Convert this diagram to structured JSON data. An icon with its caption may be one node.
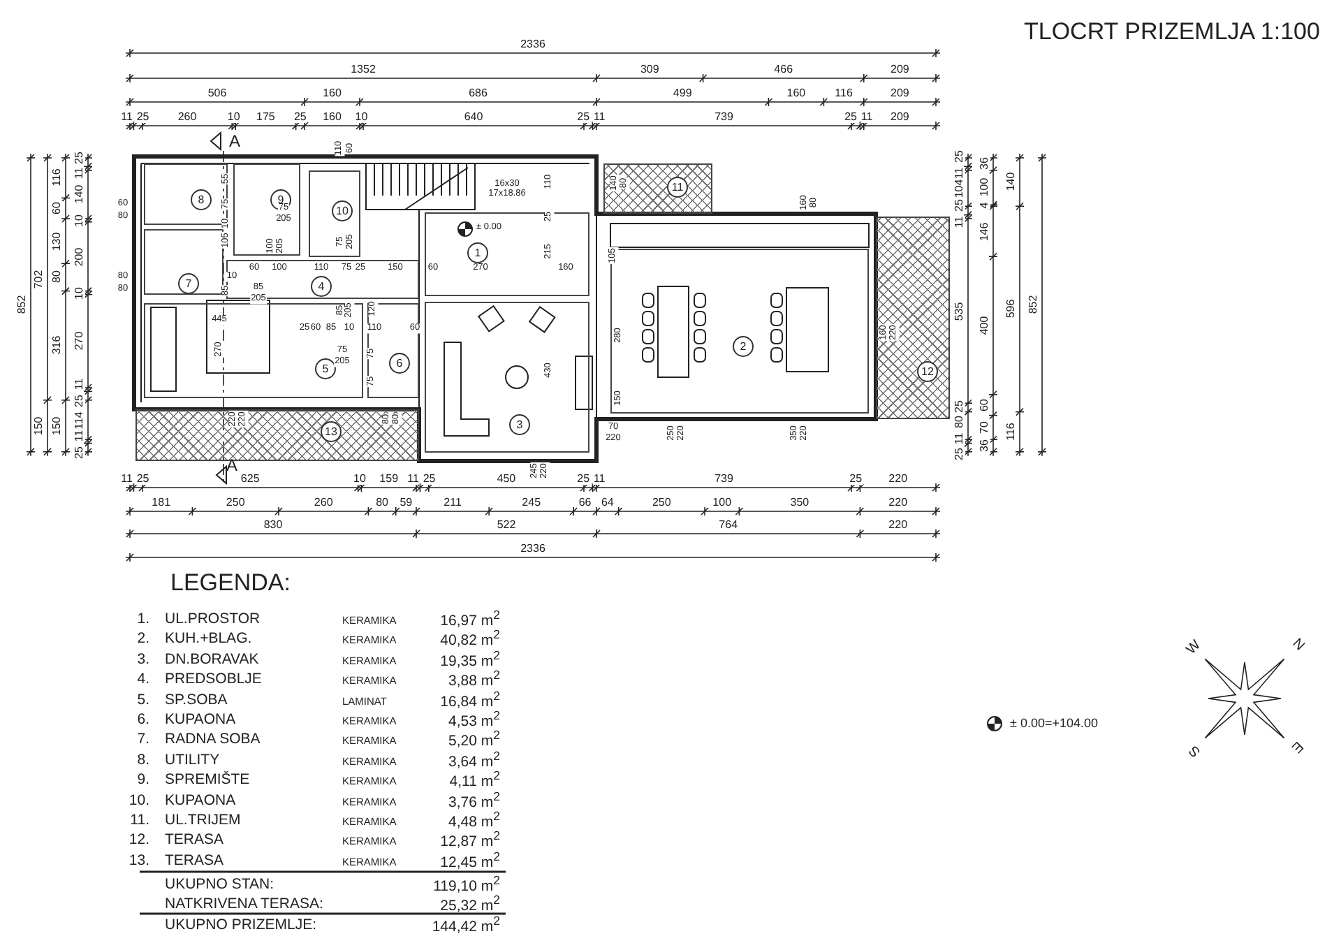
{
  "diagram": {
    "title": "TLOCRT PRIZEMLJA 1:100",
    "nodes": [
      {
        "text": [
          "1"
        ]
      },
      {
        "text": [
          "2"
        ]
      },
      {
        "text": [
          "3"
        ]
      },
      {
        "text": [
          "4"
        ]
      },
      {
        "text": [
          "5"
        ]
      },
      {
        "text": [
          "6"
        ]
      },
      {
        "text": [
          "7"
        ]
      },
      {
        "text": [
          "8"
        ]
      },
      {
        "text": [
          "9"
        ]
      },
      {
        "text": [
          "10"
        ]
      },
      {
        "text": [
          "11"
        ]
      },
      {
        "text": [
          "12"
        ]
      },
      {
        "text": [
          "13"
        ]
      }
    ],
    "labels": [
      "2336",
      "1352",
      "309",
      "466",
      "209",
      "506",
      "160",
      "686",
      "499",
      "160",
      "116",
      "209",
      "11",
      "25",
      "260",
      "10",
      "175",
      "25",
      "160",
      "10",
      "640",
      "25",
      "11",
      "739",
      "25",
      "11",
      "209",
      "852",
      "702",
      "150",
      "116",
      "60",
      "130",
      "80",
      "316",
      "150",
      "25",
      "11",
      "140",
      "10",
      "200",
      "10",
      "270",
      "11",
      "25",
      "114",
      "11",
      "25",
      "25",
      "11",
      "104",
      "25",
      "11",
      "535",
      "25",
      "80",
      "11",
      "25",
      "36",
      "100",
      "4",
      "146",
      "400",
      "60",
      "70",
      "36",
      "140",
      "596",
      "116",
      "852",
      "60",
      "80",
      "80",
      "80",
      "110",
      "60",
      "75",
      "205",
      "100",
      "205",
      "75",
      "205",
      "55",
      "75",
      "10",
      "105",
      "60",
      "100",
      "110",
      "75",
      "25",
      "150",
      "60",
      "270",
      "160",
      "10",
      "85",
      "85",
      "205",
      "445",
      "270",
      "25",
      "60",
      "85",
      "10",
      "110",
      "60",
      "85",
      "205",
      "120",
      "75",
      "205",
      "75",
      "75",
      "220",
      "220",
      "80",
      "80",
      "16x30",
      "17x18.86",
      "± 0.00",
      "110",
      "25",
      "215",
      "430",
      "140",
      "80",
      "160",
      "80",
      "105",
      "280",
      "150",
      "70",
      "220",
      "250",
      "220",
      "350",
      "220",
      "245",
      "220",
      "160",
      "220",
      "A",
      "A",
      "11",
      "25",
      "625",
      "10",
      "159",
      "11",
      "25",
      "450",
      "25",
      "11",
      "739",
      "25",
      "220",
      "181",
      "250",
      "260",
      "80",
      "59",
      "211",
      "245",
      "66",
      "64",
      "250",
      "100",
      "350",
      "220",
      "830",
      "522",
      "764",
      "220",
      "2336",
      "± 0.00=+104.00",
      "W",
      "N",
      "S",
      "E",
      "LEGENDA:",
      "1.",
      "UL.PROSTOR",
      "KERAMIKA",
      "16,97 m$^{2}$",
      "2.",
      "KUH.+BLAG.",
      "KERAMIKA",
      "40,82 m$^{2}$",
      "3.",
      "DN.BORAVAK",
      "KERAMIKA",
      "19,35 m$^{2}$",
      "4.",
      "PREDSOBLJE",
      "KERAMIKA",
      "3,88 m$^{2}$",
      "5.",
      "SP.SOBA",
      "LAMINAT",
      "16,84 m$^{2}$",
      "6.",
      "KUPAONA",
      "KERAMIKA",
      "4,53 m$^{2}$",
      "7.",
      "RADNA SOBA",
      "KERAMIKA",
      "5,20 m$^{2}$",
      "8.",
      "UTILITY",
      "KERAMIKA",
      "3,64 m$^{2}$",
      "9.",
      "SPREMIŠTE",
      "KERAMIKA",
      "4,11 m$^{2}$",
      "10.",
      "KUPAONA",
      "KERAMIKA",
      "3,76 m$^{2}$",
      "11.",
      "UL.TRIJEM",
      "KERAMIKA",
      "4,48 m$^{2}$",
      "12.",
      "TERASA",
      "KERAMIKA",
      "12,87 m$^{2}$",
      "13.",
      "TERASA",
      "KERAMIKA",
      "12,45 m$^{2}$",
      "UKUPNO STAN:",
      "119,10 m$^{2}$",
      "NATKRIVENA TERASA:",
      "25,32 m$^{2}$",
      "UKUPNO PRIZEMLJE:",
      "144,42 m$^{2}$"
    ]
  }
}
